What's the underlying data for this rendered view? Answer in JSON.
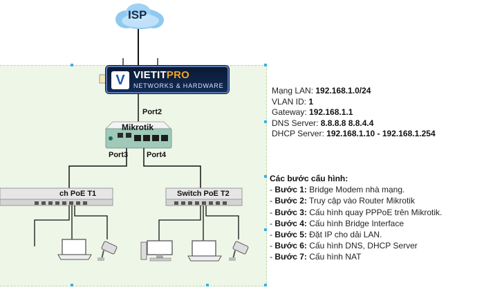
{
  "isp": {
    "label": "ISP"
  },
  "brand": {
    "logo_letter": "V",
    "name_main": "VIETIT",
    "name_accent": "PRO",
    "tagline": "NETWORKS & HARDWARE"
  },
  "router": {
    "name": "Mikrotik",
    "port_uplink": "Port2",
    "port_left": "Port3",
    "port_right": "Port4"
  },
  "switches": [
    {
      "label": "ch PoE T1"
    },
    {
      "label": "Switch PoE T2"
    }
  ],
  "network_info": [
    {
      "key": "Mạng LAN: ",
      "value": "192.168.1.0/24"
    },
    {
      "key": "VLAN ID: ",
      "value": "1"
    },
    {
      "key": "Gateway: ",
      "value": "192.168.1.1"
    },
    {
      "key": "DNS Server: ",
      "value": "8.8.8.8 8.8.4.4"
    },
    {
      "key": "DHCP Server: ",
      "value": "192.168.1.10 - 192.168.1.254"
    }
  ],
  "steps": {
    "title": "Các bước cấu hình:",
    "items": [
      {
        "prefix": "- ",
        "step": "Bước 1:",
        "text": " Bridge Modem nhà mạng."
      },
      {
        "prefix": "- ",
        "step": "Bước 2:",
        "text": " Truy cập vào Router Mikrotik"
      },
      {
        "prefix": "- ",
        "step": "Bước 3:",
        "text": " Cấu hình quay PPPoE trên Mikrotik."
      },
      {
        "prefix": "- ",
        "step": "Bước 4:",
        "text": " Cấu hình Bridge Interface"
      },
      {
        "prefix": "- ",
        "step": "Bước 5:",
        "text": " Đặt IP cho dải LAN."
      },
      {
        "prefix": "- ",
        "step": "Bước 6:",
        "text": " Cấu hình DNS, DHCP Server"
      },
      {
        "prefix": "- ",
        "step": "Bước 7:",
        "text": " Cấu hình NAT"
      }
    ]
  },
  "colors": {
    "lan_bg": "#eef6e8",
    "brand_bg": "#0b1a33",
    "brand_accent": "#f0a52b",
    "cloud": "#8ec9f0",
    "router_body": "#9fc9b8"
  }
}
